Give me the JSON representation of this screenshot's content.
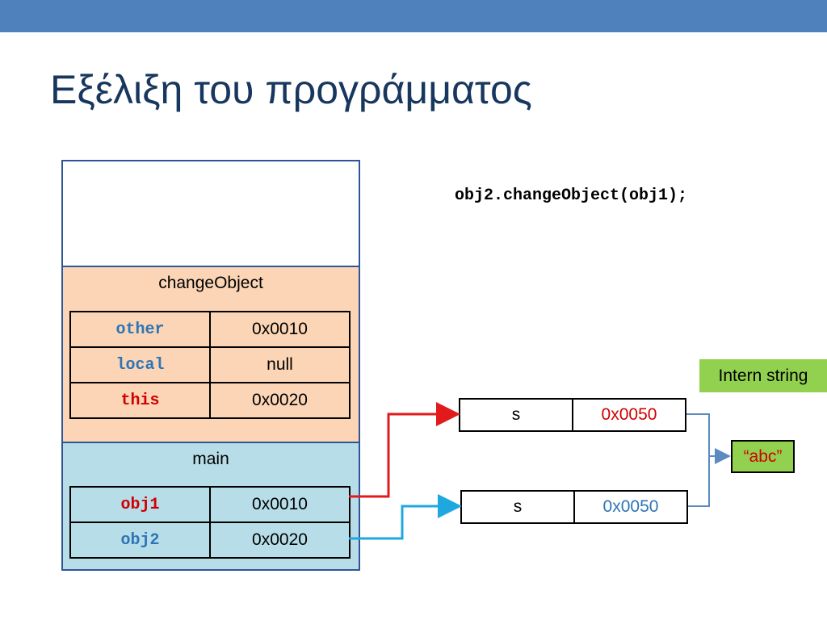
{
  "title": "Εξέλιξη του προγράμματος",
  "call_line": "obj2.changeObject(obj1);",
  "frames": {
    "changeObject": {
      "label": "changeObject",
      "vars": [
        {
          "name": "other",
          "value": "0x0010"
        },
        {
          "name": "local",
          "value": "null"
        },
        {
          "name": "this",
          "value": "0x0020"
        }
      ]
    },
    "main": {
      "label": "main",
      "vars": [
        {
          "name": "obj1",
          "value": "0x0010"
        },
        {
          "name": "obj2",
          "value": "0x0020"
        }
      ]
    }
  },
  "heap": {
    "object1": {
      "field": "s",
      "value": "0x0050"
    },
    "object2": {
      "field": "s",
      "value": "0x0050"
    },
    "intern_label": "Intern string",
    "string_value": "“abc”"
  },
  "colors": {
    "topbar": "#4f81bd",
    "title": "#17375e",
    "frame_change": "#fbd5b5",
    "frame_main": "#b7dde8",
    "accent_red": "#d00000",
    "accent_blue": "#2e75b6",
    "intern_green": "#92d050",
    "arrow_red": "#e31a1c",
    "arrow_blue": "#1fa8e0",
    "arrow_steel": "#5b8bc0"
  }
}
